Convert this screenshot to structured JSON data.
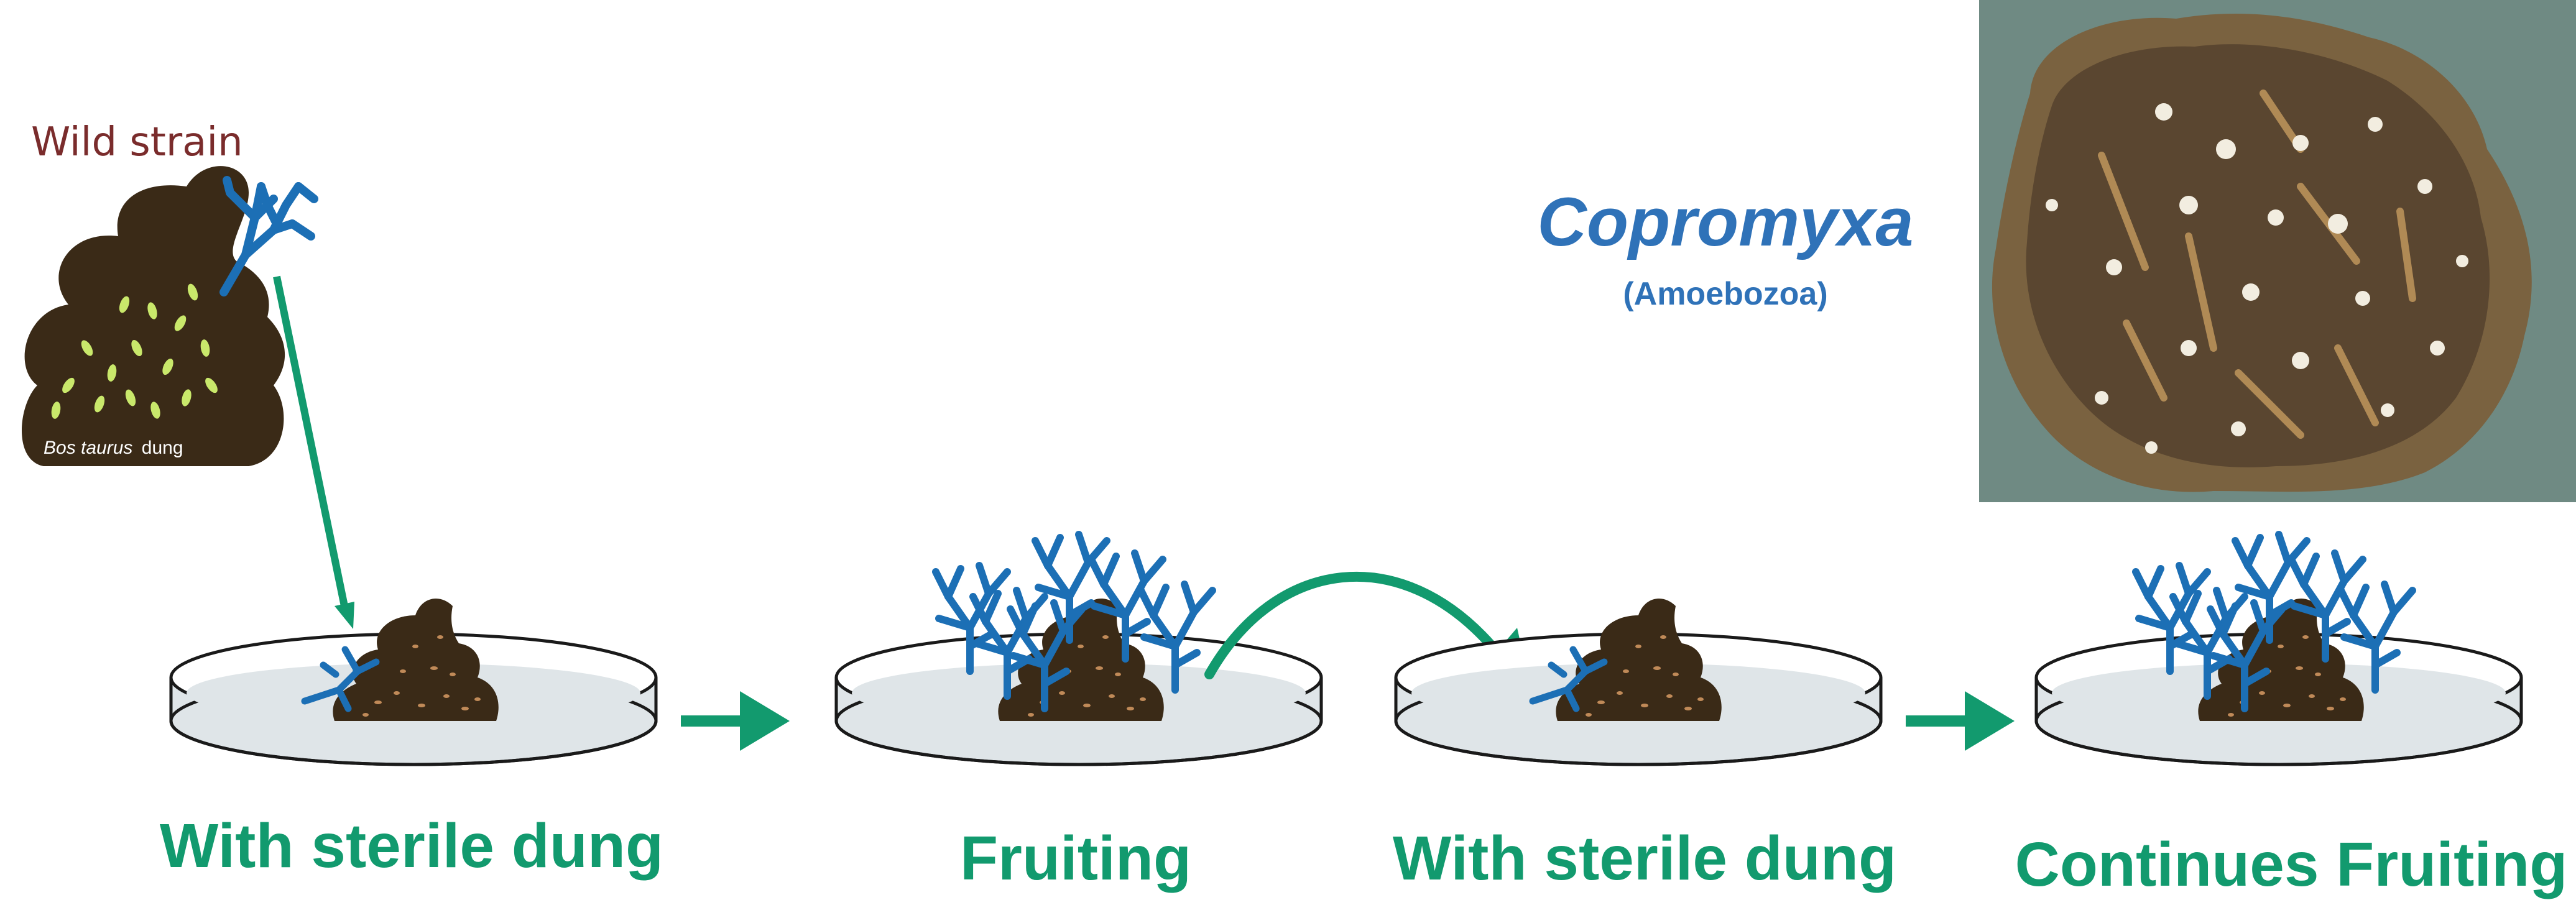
{
  "labels": {
    "wild_strain": "Wild strain",
    "dung_species": "Bos taurus",
    "dung_word": "dung",
    "genus": "Copromyxa",
    "clade": "(Amoebozoa)"
  },
  "steps": [
    {
      "label": "With sterile dung",
      "stage": "inoculated"
    },
    {
      "label": "Fruiting",
      "stage": "fruiting"
    },
    {
      "label": "With sterile dung",
      "stage": "inoculated"
    },
    {
      "label": "Continues Fruiting",
      "stage": "fruiting"
    }
  ],
  "colors": {
    "arrow": "#129a6e",
    "step_label": "#129a6e",
    "wild_label": "#7a2c2c",
    "genus": "#2f72b8",
    "amoeba": "#1c6fb5",
    "dung": "#3a2a17",
    "spores": "#c9e86b",
    "dish_fill": "#dfe5e8"
  },
  "photo": {
    "subject": "copromyxa-colony-photo",
    "icon": "micrograph"
  }
}
